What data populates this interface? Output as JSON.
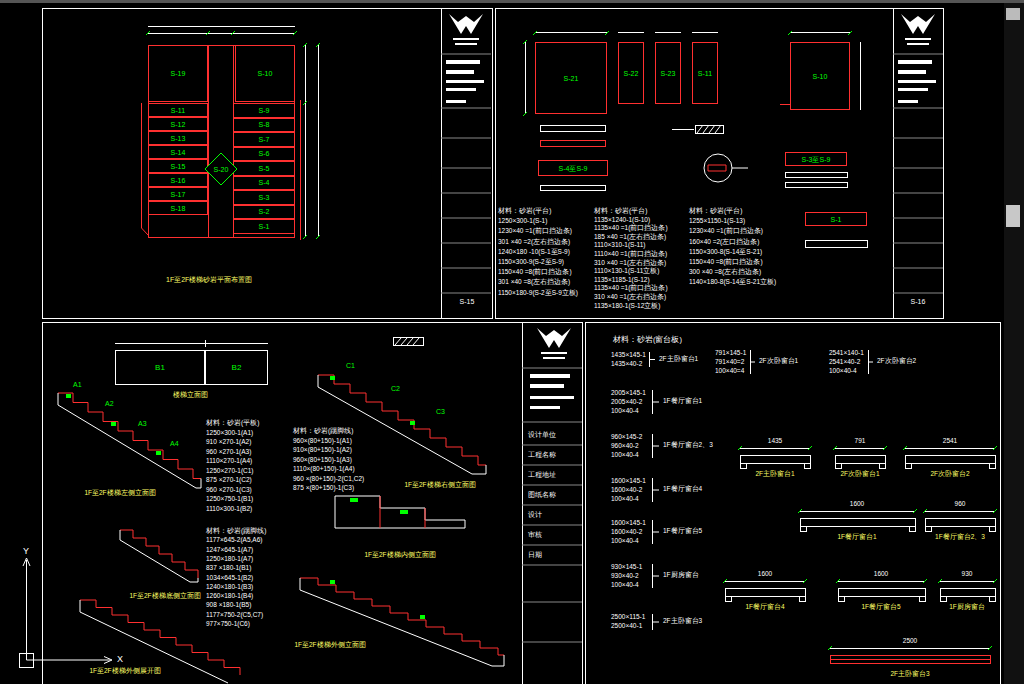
{
  "diagram": {
    "nodes": [
      {
        "text": [
          "S-19"
        ]
      },
      {
        "text": [
          "S-10"
        ]
      },
      {
        "text": [
          "S-9"
        ]
      },
      {
        "text": [
          "S-8"
        ]
      },
      {
        "text": [
          "S-7"
        ]
      },
      {
        "text": [
          "S-6"
        ]
      },
      {
        "text": [
          "S-5"
        ]
      },
      {
        "text": [
          "S-4"
        ]
      },
      {
        "text": [
          "S-3"
        ]
      },
      {
        "text": [
          "S-2"
        ]
      },
      {
        "text": [
          "S-1"
        ]
      },
      {
        "text": [
          "S-11"
        ]
      },
      {
        "text": [
          "S-12"
        ]
      },
      {
        "text": [
          "S-13"
        ]
      },
      {
        "text": [
          "S-14"
        ]
      },
      {
        "text": [
          "S-15"
        ]
      },
      {
        "text": [
          "S-16"
        ]
      },
      {
        "text": [
          "S-17"
        ]
      },
      {
        "text": [
          "S-18"
        ]
      },
      {
        "text": [
          "S-20"
        ]
      },
      {
        "text": [
          "S-21"
        ]
      },
      {
        "text": [
          "S-22"
        ]
      },
      {
        "text": [
          "S-23"
        ]
      },
      {
        "text": [
          "S-11"
        ]
      },
      {
        "text": [
          "S-10"
        ]
      },
      {
        "text": [
          "S-4至S-9"
        ]
      },
      {
        "text": [
          "S-3至S-9"
        ]
      },
      {
        "text": [
          "S-1"
        ]
      },
      {
        "text": [
          "B1"
        ]
      },
      {
        "text": [
          "B2"
        ]
      }
    ],
    "labels": [
      "1F至2F楼梯砂岩平面布置图",
      "S-15",
      "材料：砂岩(平台)",
      "1250×300-1(S-1)",
      "1230×40 =1(前口挡边条)",
      "301 ×40 =2(左右挡边条)",
      "1240×180 -10(S-1至S-9)",
      "1150×300-9(S-2至S-9)",
      "1150×40 =8(前口挡边条)",
      "301 ×40 =8(左右挡边条)",
      "1150×180-9(S-2至S-9立板)",
      "材料：砂岩(平台)",
      "1135×1240-1(S-10)",
      "1135×40 =1(前口挡边条)",
      "185 ×40 =1(左右挡边条)",
      "1110×310-1(S-11)",
      "1110×40 =1(前口挡边条)",
      "310 ×40 =1(左右挡边条)",
      "1110×130-1(S-11立板)",
      "1135×1185-1(S-12)",
      "1135×40 =1(前口挡边条)",
      "310 ×40 =1(左右挡边条)",
      "1135×180-1(S-12立板)",
      "材料：砂岩(平台)",
      "1255×1150-1(S-13)",
      "1230×40 =1(前口挡边条)",
      "160×40 =2(左口挡边条)",
      "1150×300-8(S-14至S-21)",
      "1150×40 =8(前口挡边条)",
      "300 ×40 =8(左右挡边条)",
      "1140×180-8(S-14至S-21立板)",
      "S-16",
      "楼梯立面图",
      "材料：砂岩(平板)",
      "1250×300-1(A1)",
      "910 ×270-1(A2)",
      "960 ×270-1(A3)",
      "1110×270-1(A4)",
      "1250×270-1(C1)",
      "875 ×270-1(C2)",
      "960 ×270-1(C3)",
      "1250×750-1(B1)",
      "1110×300-1(B2)",
      "材料：砂岩(踢脚线)",
      "960×(80+150)-1(A1)",
      "910×(80+150)-1(A2)",
      "960×(80+150)-1(A3)",
      "1110×(80+150)-1(A4)",
      "960 ×(80+150)-2(C1,C2)",
      "875 ×(80+150)-1(C3)",
      "材料：砂岩(踢脚线)",
      "1177×645-2(A5,A6)",
      "1247×645-1(A7)",
      "1250×180-1(A7)",
      "837 ×180-1(B1)",
      "1034×645-1(B2)",
      "1240×180-1(B3)",
      "1260×180-1(B4)",
      "908 ×180-1(B5)",
      "1177×750-2(C5,C7)",
      "977×750-1(C6)",
      "1F至2F楼梯左侧立面图",
      "1F至2F楼梯右侧立面图",
      "1F至2F楼梯底侧立面图",
      "1F至2F楼梯内侧立面图",
      "1F至2F楼梯外侧立面图",
      "1F至2F楼梯外侧展开图",
      "A1",
      "A2",
      "A3",
      "A4",
      "C1",
      "C2",
      "C3",
      "Y",
      "X",
      "设计单位",
      "工程名称",
      "工程地址",
      "图纸名称",
      "设计",
      "审核",
      "日期",
      "材料：砂岩(窗台板)",
      "1435×145-1",
      "1435×40-2",
      "2F主卧窗台1",
      "791×145-1",
      "791×40=2",
      "100×40=4",
      "2F次卧窗台1",
      "2541×140-1",
      "2541×40-2",
      "100×40-4",
      "2F次卧窗台2",
      "2005×145-1",
      "2005×40-2",
      "100×40-4",
      "1F餐厅窗台1",
      "960×145-2",
      "960×40-2",
      "100×40-4",
      "1F餐厅窗台2、3",
      "1600×145-1",
      "1600×40-2",
      "100×40-4",
      "1F餐厅窗台4",
      "1600×145-1",
      "1600×40-2",
      "100×40-4",
      "1F餐厅窗台5",
      "930×145-1",
      "930×40-2",
      "100×40-4",
      "1F厨房窗台",
      "2500×115-1",
      "2500×40-1",
      "2F主卧窗台3",
      "1435",
      "2F主卧窗台1",
      "791",
      "2F次卧窗台1",
      "2541",
      "2F次卧窗台2",
      "1600",
      "1F餐厅窗台1",
      "960",
      "1F餐厅窗台2、3",
      "1600",
      "1F餐厅窗台4",
      "1600",
      "1F餐厅窗台5",
      "930",
      "1F厨房窗台",
      "2500",
      "2F主卧窗台3"
    ]
  }
}
